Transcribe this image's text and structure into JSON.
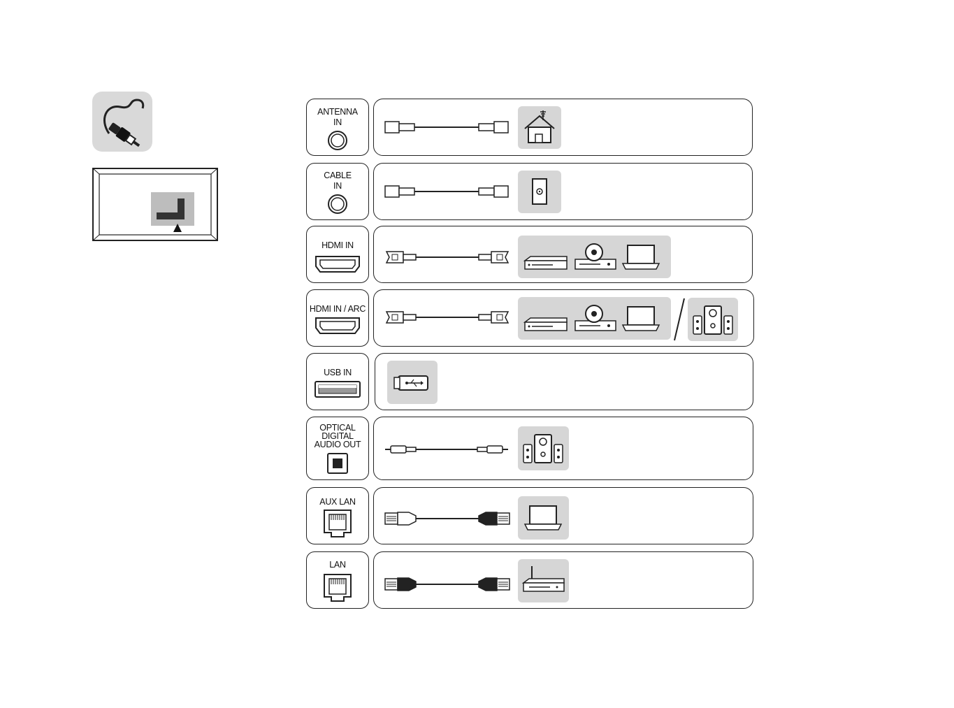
{
  "ports": [
    {
      "key": "antenna",
      "lines": [
        "ANTENNA",
        "IN"
      ]
    },
    {
      "key": "cable",
      "lines": [
        "CABLE",
        "IN"
      ]
    },
    {
      "key": "hdmi",
      "lines": [
        "HDMI IN"
      ]
    },
    {
      "key": "hdmi_arc",
      "lines": [
        "HDMI IN / ARC"
      ]
    },
    {
      "key": "usb",
      "lines": [
        "USB IN"
      ]
    },
    {
      "key": "optical",
      "lines": [
        "OPTICAL",
        "DIGITAL",
        "AUDIO OUT"
      ]
    },
    {
      "key": "aux_lan",
      "lines": [
        "AUX LAN"
      ]
    },
    {
      "key": "lan",
      "lines": [
        "LAN"
      ]
    }
  ],
  "colors": {
    "tile": "#d6d6d6",
    "line": "#222222"
  },
  "icons": [
    "cable-icon",
    "tv-back-panel-icon",
    "antenna-house-icon",
    "wall-outlet-icon",
    "blu-ray-player-icon",
    "dvd-player-icon",
    "laptop-icon",
    "speaker-system-icon",
    "usb-drive-icon",
    "router-icon"
  ]
}
